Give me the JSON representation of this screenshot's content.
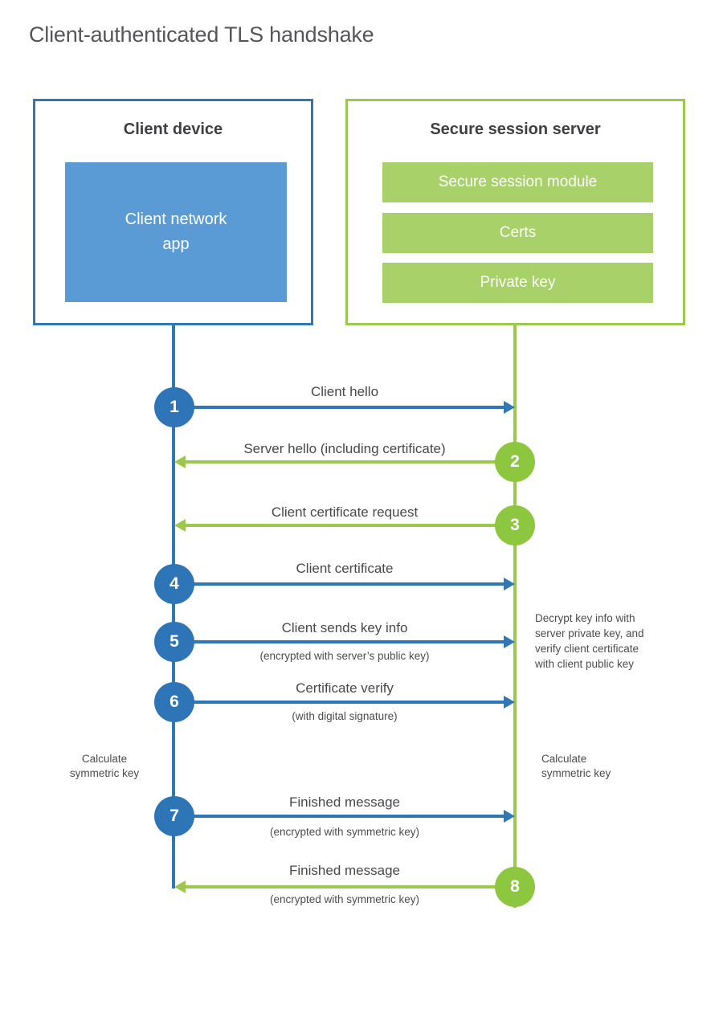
{
  "title": "Client-authenticated TLS handshake",
  "client": {
    "heading": "Client device",
    "app_label": "Client network\napp"
  },
  "server": {
    "heading": "Secure session server",
    "modules": [
      "Secure session module",
      "Certs",
      "Private key"
    ]
  },
  "steps": [
    {
      "number": "1",
      "label": "Client hello",
      "sublabel": "",
      "direction": "right",
      "actor": "client"
    },
    {
      "number": "2",
      "label": "Server hello (including certificate)",
      "sublabel": "",
      "direction": "left",
      "actor": "server"
    },
    {
      "number": "3",
      "label": "Client certificate request",
      "sublabel": "",
      "direction": "left",
      "actor": "server"
    },
    {
      "number": "4",
      "label": "Client certificate",
      "sublabel": "",
      "direction": "right",
      "actor": "client"
    },
    {
      "number": "5",
      "label": "Client sends key info",
      "sublabel": "(encrypted with server’s public key)",
      "direction": "right",
      "actor": "client"
    },
    {
      "number": "6",
      "label": "Certificate verify",
      "sublabel": "(with digital signature)",
      "direction": "right",
      "actor": "client"
    },
    {
      "number": "7",
      "label": "Finished message",
      "sublabel": "(encrypted with symmetric key)",
      "direction": "right",
      "actor": "client"
    },
    {
      "number": "8",
      "label": "Finished message",
      "sublabel": "(encrypted with symmetric key)",
      "direction": "left",
      "actor": "server"
    }
  ],
  "annotations": {
    "decrypt_note": "Decrypt key info with\nserver private key, and\nverify client certificate\nwith client public key",
    "calculate_left": "Calculate\nsymmetric key",
    "calculate_right": "Calculate\nsymmetric key"
  },
  "colors": {
    "blue": "#2e75b7",
    "blue_light": "#5b9bd5",
    "green_border": "#9cc850",
    "green_light": "#a9d169",
    "green_circle": "#8dc63f"
  }
}
